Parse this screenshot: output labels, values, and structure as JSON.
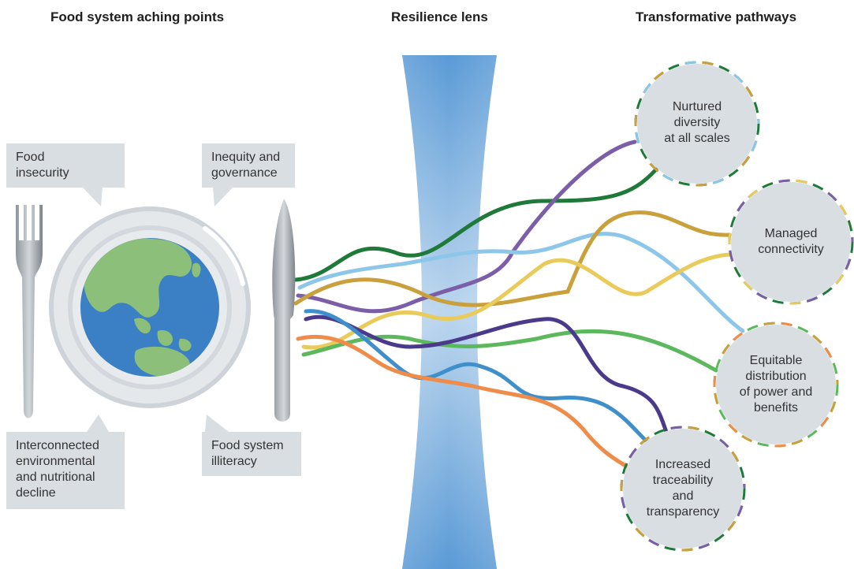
{
  "headings": {
    "left": "Food system aching points",
    "center": "Resilience lens",
    "right": "Transformative pathways"
  },
  "aching_points": {
    "food_insecurity": [
      "Food",
      "insecurity"
    ],
    "inequity": [
      "Inequity and",
      "governance"
    ],
    "decline": [
      "Interconnected",
      "environmental",
      "and nutritional",
      "decline"
    ],
    "illiteracy": [
      "Food system",
      "illiteracy"
    ]
  },
  "pathways": {
    "diversity": [
      "Nurtured",
      "diversity",
      "at all scales"
    ],
    "connectivity": [
      "Managed",
      "connectivity"
    ],
    "equitable": [
      "Equitable",
      "distribution",
      "of power and",
      "benefits"
    ],
    "traceability": [
      "Increased",
      "traceability",
      "and",
      "transparency"
    ]
  },
  "colors": {
    "dark_green": "#1f7a3a",
    "purple": "#7b5ea7",
    "light_blue": "#8cc7ea",
    "gold": "#c9a03c",
    "yellow": "#e9cb5b",
    "green": "#5cb85c",
    "indigo": "#4b3a8c",
    "blue": "#3f8fcb",
    "orange": "#f08c4a",
    "callout_bg": "#d9dee3",
    "circle_bg": "#d9dee3",
    "ocean": "#3b7fc4",
    "land": "#8cc07a"
  }
}
